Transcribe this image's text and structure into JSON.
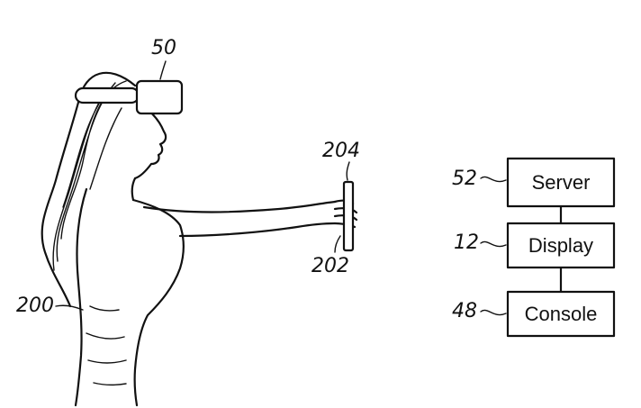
{
  "reference_labels": {
    "headset": "50",
    "controller_top": "204",
    "controller_grip": "202",
    "user": "200",
    "server": "52",
    "display": "12",
    "console": "48"
  },
  "blocks": [
    {
      "id": "server",
      "ref": "52",
      "label": "Server"
    },
    {
      "id": "display",
      "ref": "12",
      "label": "Display"
    },
    {
      "id": "console",
      "ref": "48",
      "label": "Console"
    }
  ]
}
